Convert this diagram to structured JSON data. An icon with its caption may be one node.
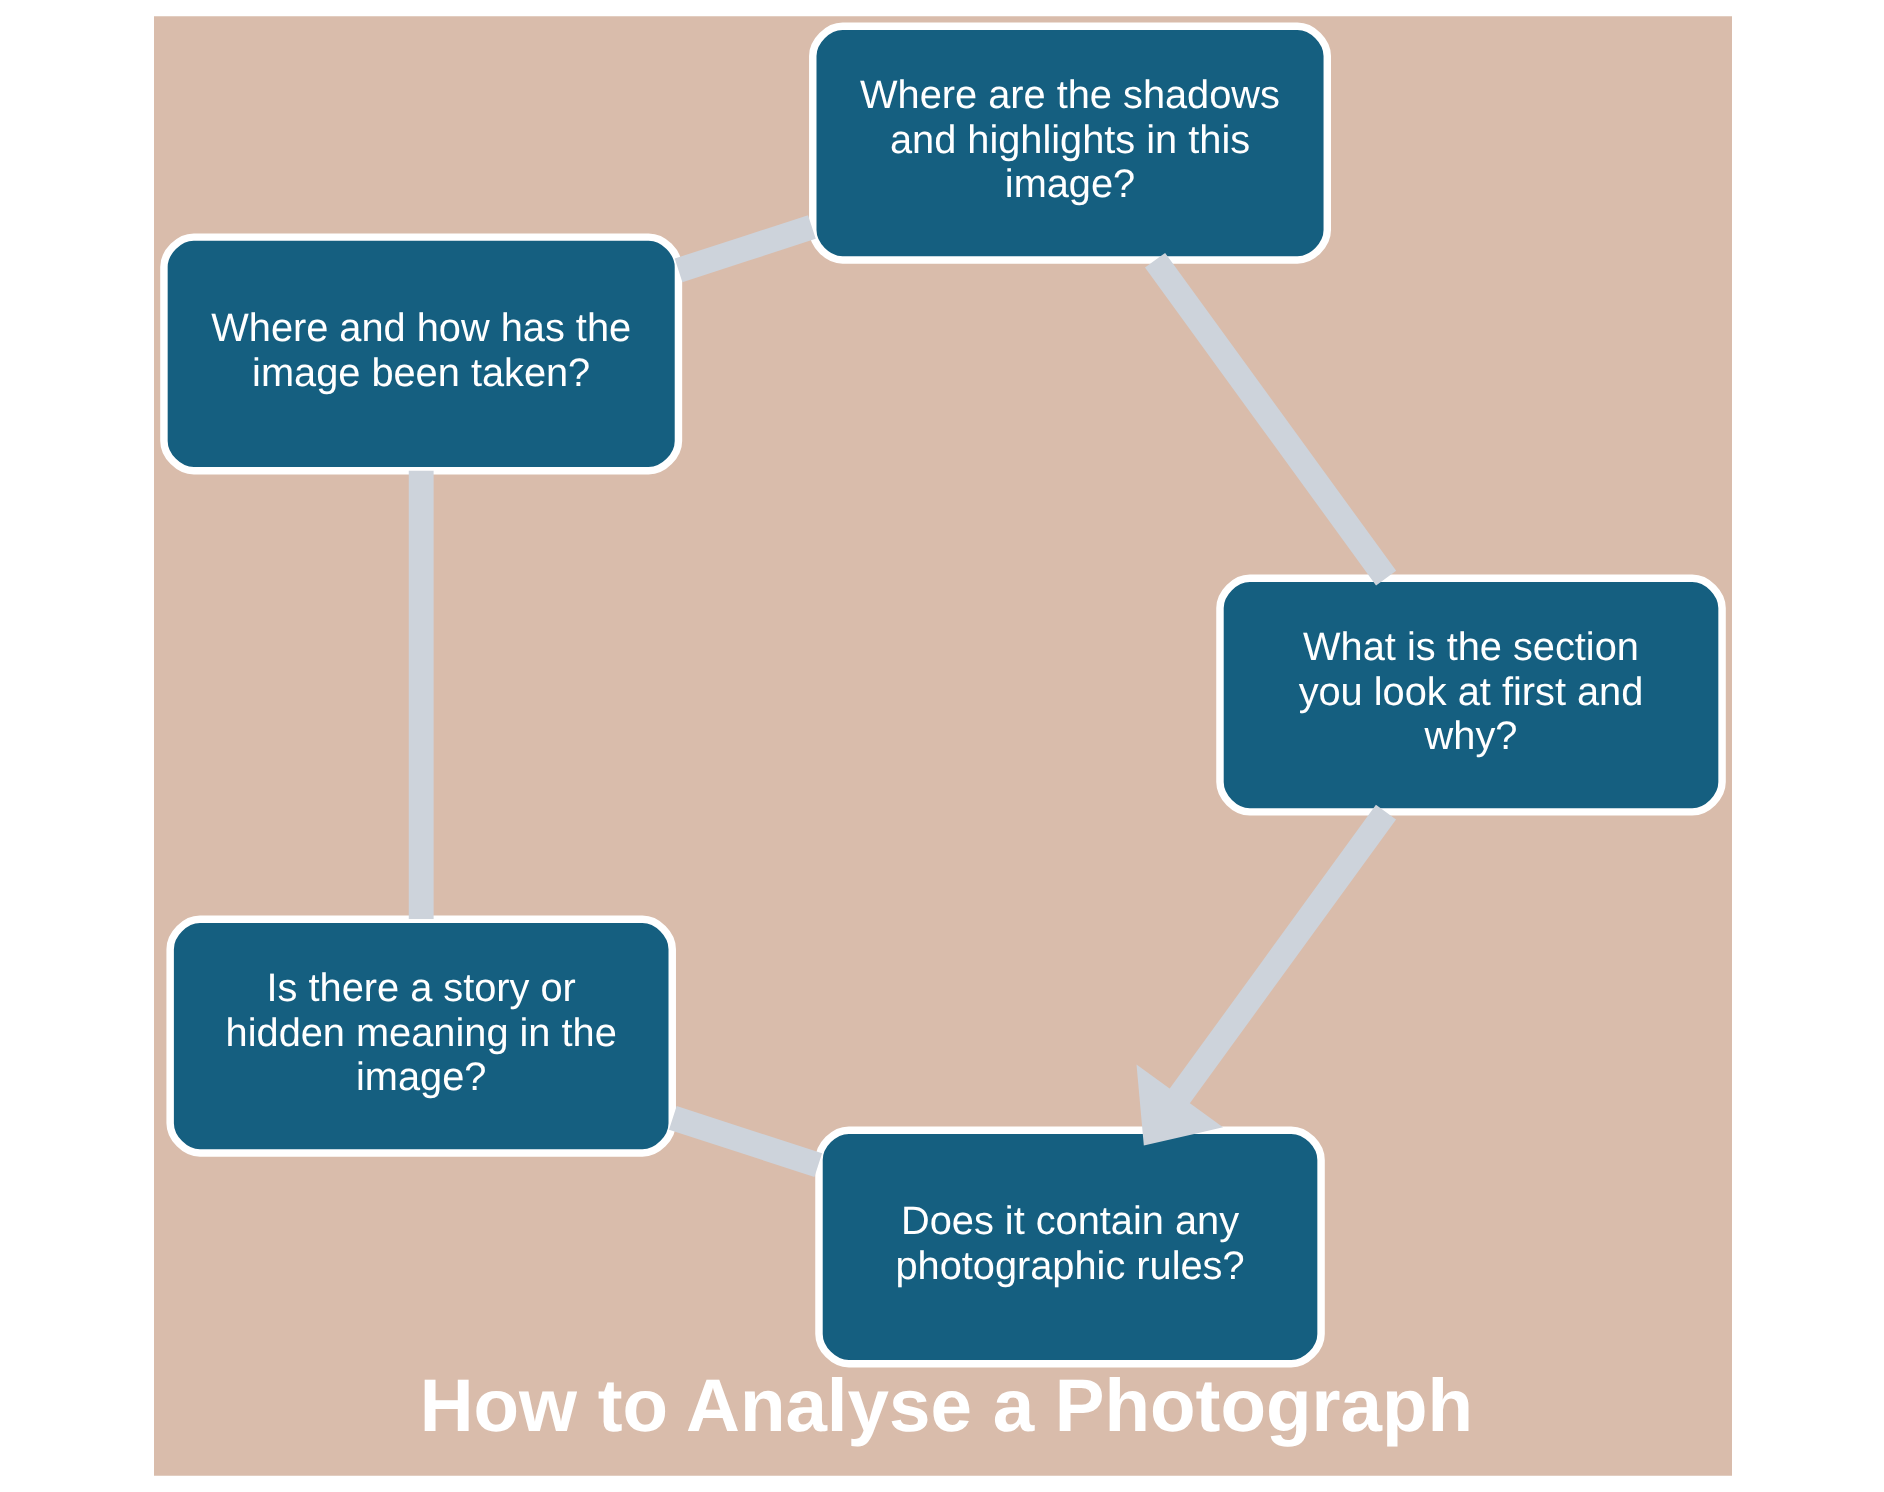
{
  "diagram": {
    "title": "How to Analyse a Photograph",
    "nodes": [
      {
        "text": [
          "Does it contain any photographic rules?"
        ]
      },
      {
        "text": [
          "Is there a story or hidden meaning in the image?"
        ]
      },
      {
        "text": [
          "Where and how has the image been taken?"
        ]
      },
      {
        "text": [
          "Where are the shadows and highlights in this image?"
        ]
      },
      {
        "text": [
          "What is the section you look at first and why?"
        ]
      }
    ],
    "edges": [
      {
        "from": 0,
        "to": 1,
        "arrow": "none"
      },
      {
        "from": 1,
        "to": 2,
        "arrow": "none"
      },
      {
        "from": 2,
        "to": 3,
        "arrow": "none"
      },
      {
        "from": 3,
        "to": 4,
        "arrow": "none"
      },
      {
        "from": 4,
        "to": 0,
        "arrow": "to"
      }
    ]
  }
}
